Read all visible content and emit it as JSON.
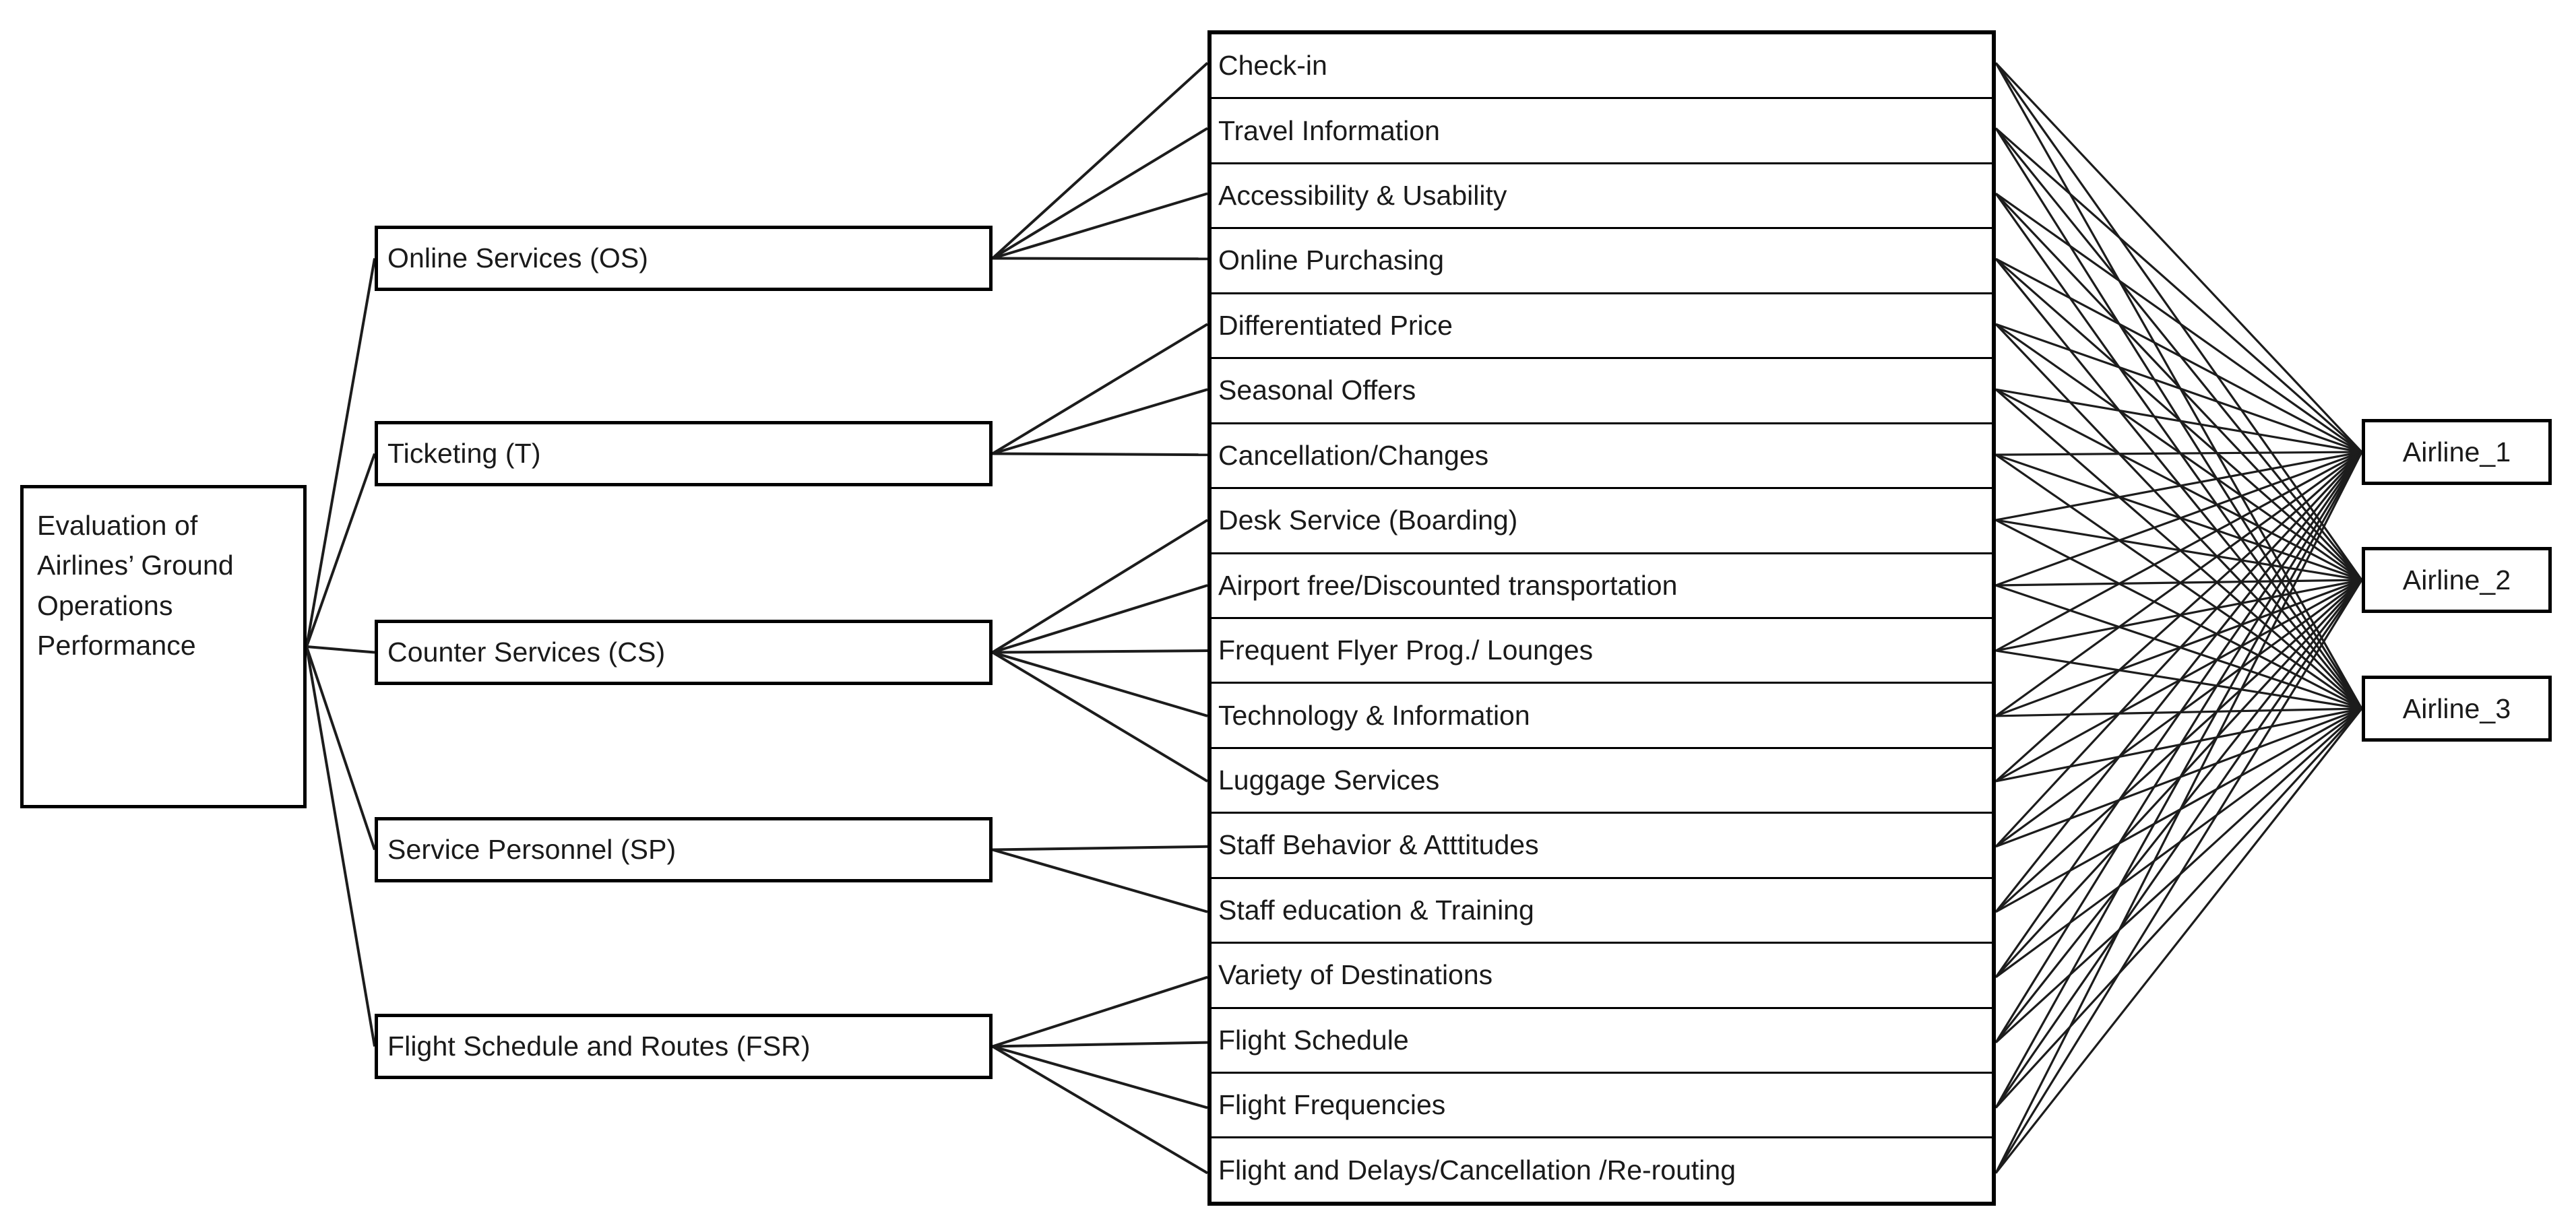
{
  "diagram": {
    "type": "ahp-hierarchy",
    "goal": {
      "label": "Evaluation of Airlines’ Ground Operations Performance"
    },
    "criteria": [
      {
        "id": "OS",
        "label": "Online Services (OS)"
      },
      {
        "id": "T",
        "label": "Ticketing (T)"
      },
      {
        "id": "CS",
        "label": "Counter Services (CS)"
      },
      {
        "id": "SP",
        "label": "Service Personnel (SP)"
      },
      {
        "id": "FSR",
        "label": "Flight Schedule and Routes (FSR)"
      }
    ],
    "subcriteria": [
      {
        "label": "Check-in",
        "parent": "OS"
      },
      {
        "label": "Travel Information",
        "parent": "OS"
      },
      {
        "label": "Accessibility & Usability",
        "parent": "OS"
      },
      {
        "label": "Online Purchasing",
        "parent": "OS"
      },
      {
        "label": "Differentiated Price",
        "parent": "T"
      },
      {
        "label": "Seasonal Offers",
        "parent": "T"
      },
      {
        "label": "Cancellation/Changes",
        "parent": "T"
      },
      {
        "label": "Desk Service (Boarding)",
        "parent": "CS"
      },
      {
        "label": "Airport free/Discounted transportation",
        "parent": "CS"
      },
      {
        "label": "Frequent Flyer Prog./ Lounges",
        "parent": "CS"
      },
      {
        "label": "Technology & Information",
        "parent": "CS"
      },
      {
        "label": "Luggage Services",
        "parent": "CS"
      },
      {
        "label": "Staff Behavior & Atttitudes",
        "parent": "SP"
      },
      {
        "label": "Staff education & Training",
        "parent": "SP"
      },
      {
        "label": "Variety of Destinations",
        "parent": "FSR"
      },
      {
        "label": "Flight Schedule",
        "parent": "FSR"
      },
      {
        "label": "Flight Frequencies",
        "parent": "FSR"
      },
      {
        "label": "Flight and Delays/Cancellation /Re-routing",
        "parent": "FSR"
      }
    ],
    "alternatives": [
      {
        "label": "Airline_1"
      },
      {
        "label": "Airline_2"
      },
      {
        "label": "Airline_3"
      }
    ],
    "colors": {
      "stroke": "#000000",
      "text": "#1a1a1a",
      "background": "#ffffff"
    }
  }
}
